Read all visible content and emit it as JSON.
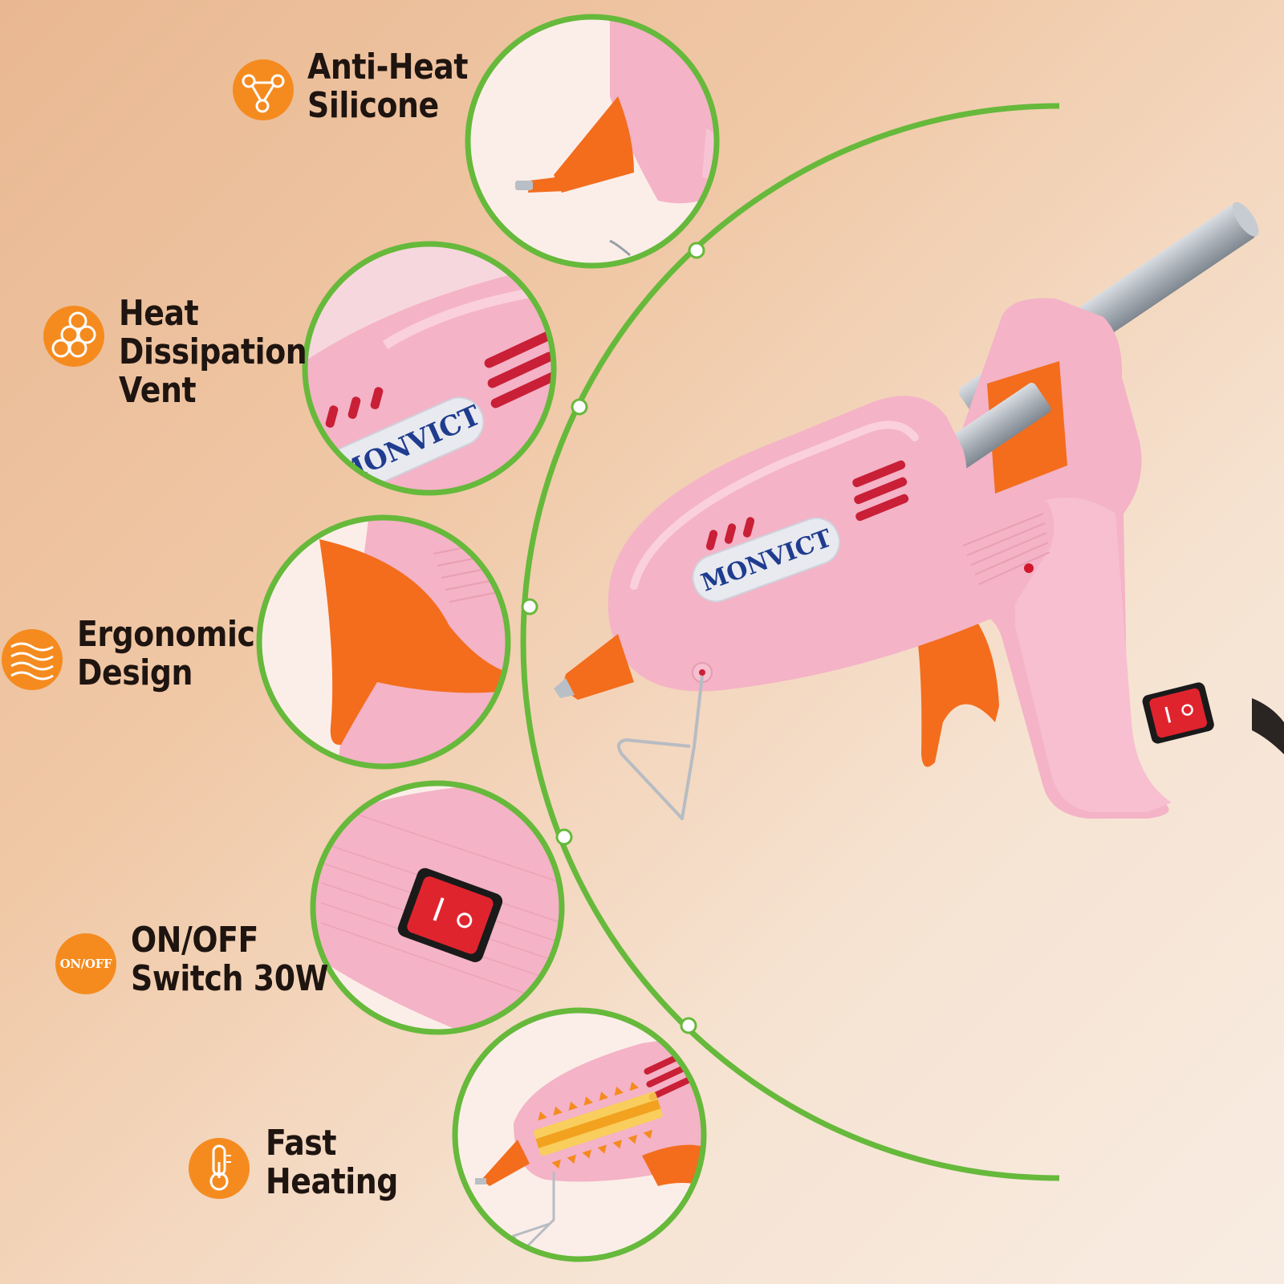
{
  "brand": "MONVICT",
  "colors": {
    "accent_orange": "#f58b1f",
    "ring_green": "#66b93b",
    "gun_pink": "#f4b3c6",
    "gun_orange": "#f36d1d"
  },
  "features": [
    {
      "icon": "molecule-icon",
      "line1": "Anti-Heat",
      "line2": "Silicone",
      "line3": ""
    },
    {
      "icon": "honeycomb-icon",
      "line1": "Heat",
      "line2": "Dissipation",
      "line3": "Vent"
    },
    {
      "icon": "waves-icon",
      "line1": "Ergonomic",
      "line2": "Design",
      "line3": ""
    },
    {
      "icon": "onoff-icon",
      "icon_text": "ON/OFF",
      "line1": "ON/OFF",
      "line2": "Switch 30W",
      "line3": ""
    },
    {
      "icon": "thermometer-icon",
      "line1": "Fast",
      "line2": "Heating",
      "line3": ""
    }
  ]
}
